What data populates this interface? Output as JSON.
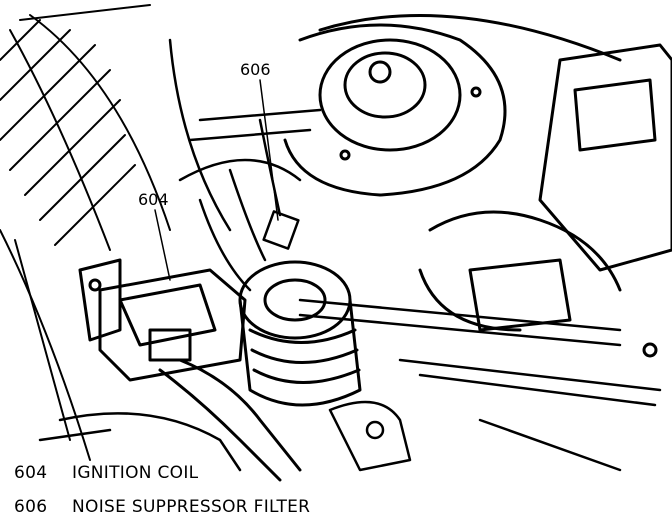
{
  "callouts": [
    {
      "number": "604"
    },
    {
      "number": "606"
    }
  ],
  "legend": [
    {
      "number": "604",
      "text": "IGNITION COIL"
    },
    {
      "number": "606",
      "text": "NOISE SUPPRESSOR FILTER"
    }
  ]
}
